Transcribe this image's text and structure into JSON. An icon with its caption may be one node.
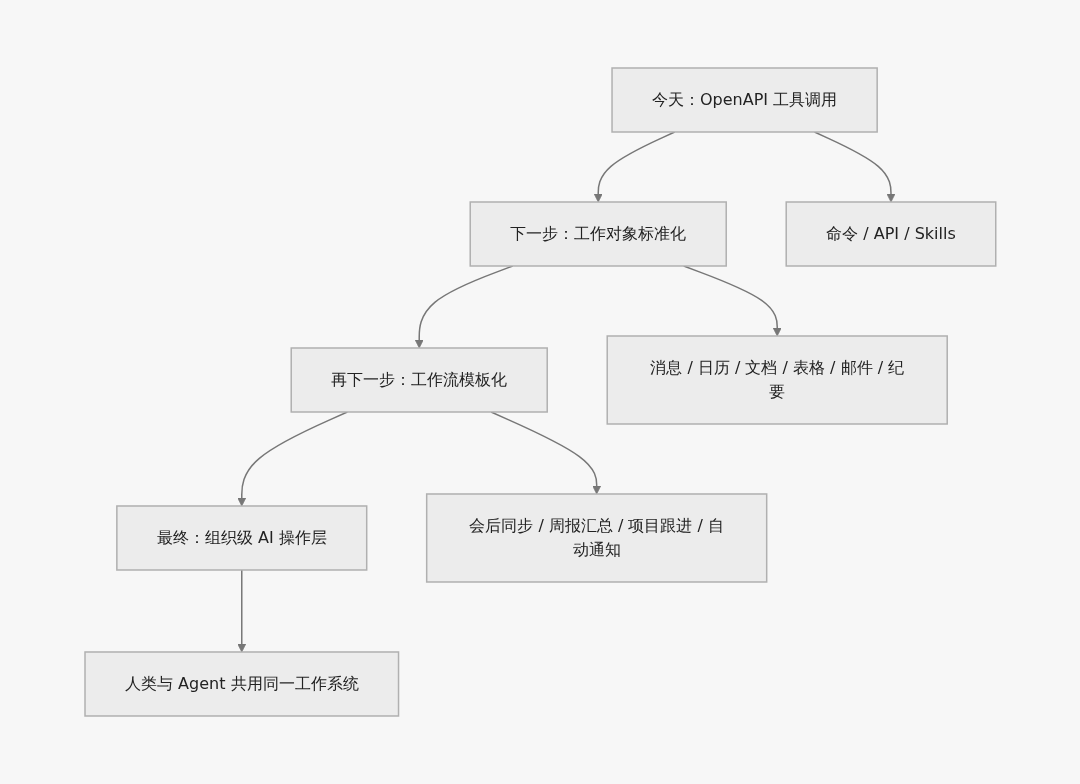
{
  "diagram": {
    "nodes": [
      {
        "text": [
          "今天：OpenAPI 工具调用"
        ]
      },
      {
        "text": [
          "下一步：工作对象标准化"
        ]
      },
      {
        "text": [
          "命令 / API / Skills"
        ]
      },
      {
        "text": [
          "再下一步：工作流模板化"
        ]
      },
      {
        "text": [
          "消息 / 日历 / 文档 / 表格 / 邮件 / 纪要"
        ]
      },
      {
        "text": [
          "最终：组织级 AI 操作层"
        ]
      },
      {
        "text": [
          "会后同步 / 周报汇总 / 项目跟进 / 自动通知"
        ]
      },
      {
        "text": [
          "人类与 Agent 共用同一工作系统"
        ]
      }
    ],
    "edges": [
      {
        "from": 0,
        "to": 1,
        "arrow": "to"
      },
      {
        "from": 0,
        "to": 2,
        "arrow": "to"
      },
      {
        "from": 1,
        "to": 3,
        "arrow": "to"
      },
      {
        "from": 1,
        "to": 4,
        "arrow": "to"
      },
      {
        "from": 3,
        "to": 5,
        "arrow": "to"
      },
      {
        "from": 3,
        "to": 6,
        "arrow": "to"
      },
      {
        "from": 5,
        "to": 7,
        "arrow": "to"
      }
    ]
  }
}
